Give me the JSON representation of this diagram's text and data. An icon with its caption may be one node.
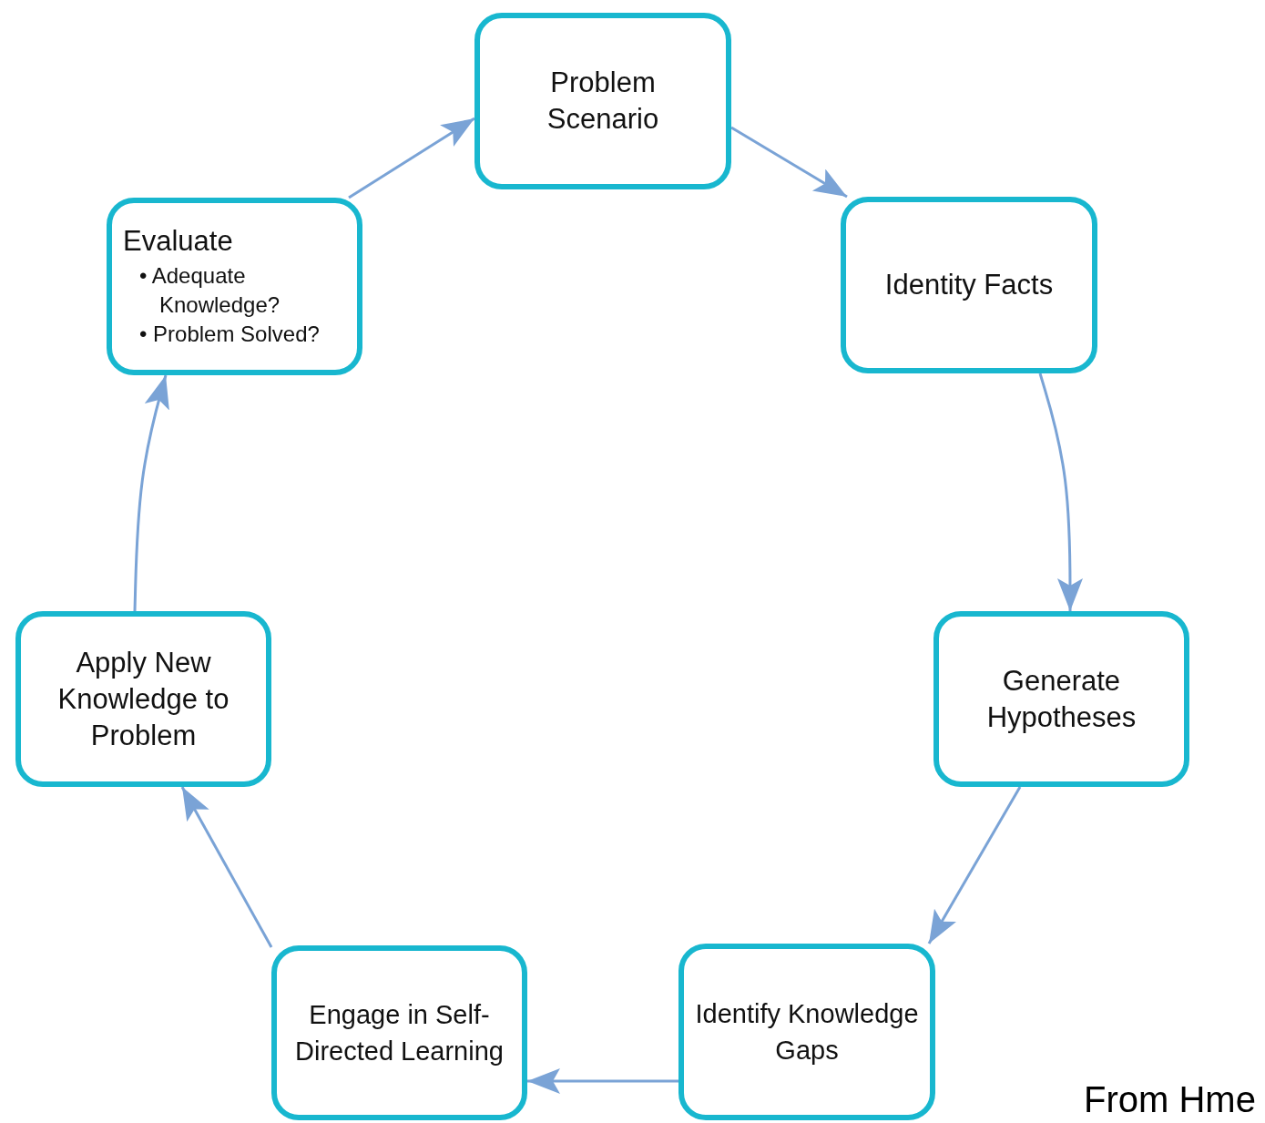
{
  "diagram": {
    "nodes": [
      {
        "text": [
          "Problem Scenario"
        ]
      },
      {
        "text": [
          "Identity Facts"
        ]
      },
      {
        "text": [
          "Generate Hypotheses"
        ]
      },
      {
        "text": [
          "Identify Knowledge Gaps"
        ]
      },
      {
        "text": [
          "Engage in Self-Directed Learning"
        ]
      },
      {
        "text": [
          "Apply New Knowledge to Problem"
        ]
      },
      {
        "text": [
          "Evaluate",
          "• Adequate Knowledge?",
          "• Problem Solved?"
        ]
      }
    ],
    "edges": [
      {
        "from": 0,
        "to": 1,
        "arrow": "to"
      },
      {
        "from": 1,
        "to": 2,
        "arrow": "to"
      },
      {
        "from": 2,
        "to": 3,
        "arrow": "to"
      },
      {
        "from": 3,
        "to": 4,
        "arrow": "to"
      },
      {
        "from": 4,
        "to": 5,
        "arrow": "to"
      },
      {
        "from": 5,
        "to": 6,
        "arrow": "to"
      },
      {
        "from": 6,
        "to": 0,
        "arrow": "to"
      }
    ],
    "labels": [
      "From Hme"
    ]
  }
}
